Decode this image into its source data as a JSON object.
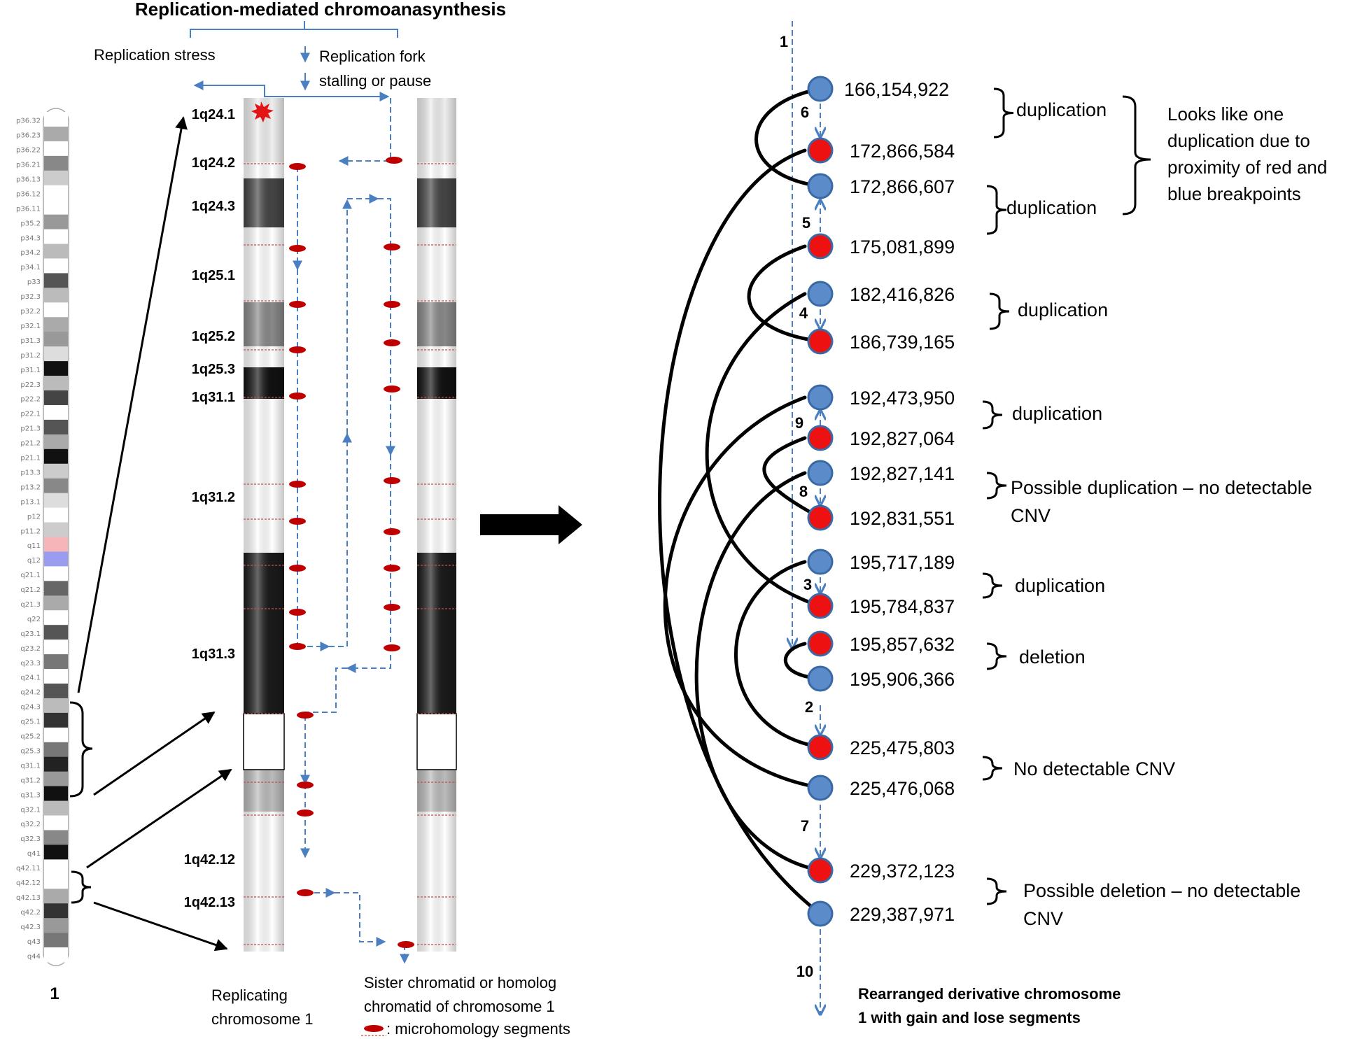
{
  "title": "Replication-mediated chromoanasynthesis",
  "left_panel": {
    "replication_stress": "Replication stress",
    "fork_stalling": [
      "Replication fork",
      "stalling or pause"
    ],
    "ideogram_label": "1",
    "band_labels": [
      "p36.32",
      "p36.23",
      "p36.22",
      "p36.21",
      "p36.13",
      "p36.12",
      "p36.11",
      "p35.2",
      "p34.3",
      "p34.2",
      "p34.1",
      "p33",
      "p32.3",
      "p32.2",
      "p32.1",
      "p31.3",
      "p31.2",
      "p31.1",
      "p22.3",
      "p22.2",
      "p22.1",
      "p21.3",
      "p21.2",
      "p21.1",
      "p13.3",
      "p13.2",
      "p13.1",
      "p12",
      "p11.2",
      "q11",
      "q12",
      "q21.1",
      "q21.2",
      "q21.3",
      "q22",
      "q23.1",
      "q23.2",
      "q23.3",
      "q24.1",
      "q24.2",
      "q24.3",
      "q25.1",
      "q25.2",
      "q25.3",
      "q31.1",
      "q31.2",
      "q31.3",
      "q32.1",
      "q32.2",
      "q32.3",
      "q41",
      "q42.11",
      "q42.12",
      "q42.13",
      "q42.2",
      "q42.3",
      "q43",
      "q44"
    ],
    "region_labels": [
      "1q24.1",
      "1q24.2",
      "1q24.3",
      "1q25.1",
      "1q25.2",
      "1q25.3",
      "1q31.1",
      "1q31.2",
      "1q31.3",
      "1q42.12",
      "1q42.13"
    ],
    "replicating_label": [
      "Replicating",
      "chromosome 1"
    ],
    "sister_label": [
      "Sister chromatid or homolog",
      "chromatid of chromosome 1"
    ],
    "legend_label": ": microhomology segments",
    "colors": {
      "flow": "#4a7fc1",
      "microhomology": "#c00000",
      "centromere_pink": "#f4b6b8",
      "heterochromatin_blue": "#9a9cf0"
    }
  },
  "right_panel": {
    "step_numbers": [
      "1",
      "6",
      "5",
      "4",
      "9",
      "8",
      "3",
      "2",
      "7",
      "10"
    ],
    "breakpoints": [
      {
        "pos": "166,154,922",
        "color": "blue"
      },
      {
        "pos": "172,866,584",
        "color": "red"
      },
      {
        "pos": "172,866,607",
        "color": "blue"
      },
      {
        "pos": "175,081,899",
        "color": "red"
      },
      {
        "pos": "182,416,826",
        "color": "blue"
      },
      {
        "pos": "186,739,165",
        "color": "red"
      },
      {
        "pos": "192,473,950",
        "color": "blue"
      },
      {
        "pos": "192,827,064",
        "color": "red"
      },
      {
        "pos": "192,827,141",
        "color": "blue"
      },
      {
        "pos": "192,831,551",
        "color": "red"
      },
      {
        "pos": "195,717,189",
        "color": "blue"
      },
      {
        "pos": "195,784,837",
        "color": "red"
      },
      {
        "pos": "195,857,632",
        "color": "red"
      },
      {
        "pos": "195,906,366",
        "color": "blue"
      },
      {
        "pos": "225,475,803",
        "color": "red"
      },
      {
        "pos": "225,476,068",
        "color": "blue"
      },
      {
        "pos": "229,372,123",
        "color": "red"
      },
      {
        "pos": "229,387,971",
        "color": "blue"
      }
    ],
    "annotations": [
      [
        "duplication"
      ],
      [
        "duplication"
      ],
      [
        "duplication"
      ],
      [
        "duplication"
      ],
      [
        "Possible duplication – no detectable",
        "CNV"
      ],
      [
        "duplication"
      ],
      [
        "deletion"
      ],
      [
        "No detectable CNV"
      ],
      [
        "Possible deletion – no detectable",
        "CNV"
      ]
    ],
    "note": [
      "Looks like one",
      "duplication due to",
      "proximity of red and",
      "blue breakpoints"
    ],
    "derivative_label": [
      "Rearranged derivative chromosome",
      "1 with gain and lose segments"
    ],
    "colors": {
      "blue_node": "#5b8bc9",
      "red_node": "#ee1111",
      "node_stroke": "#3a6aa5",
      "link": "#000000"
    }
  }
}
